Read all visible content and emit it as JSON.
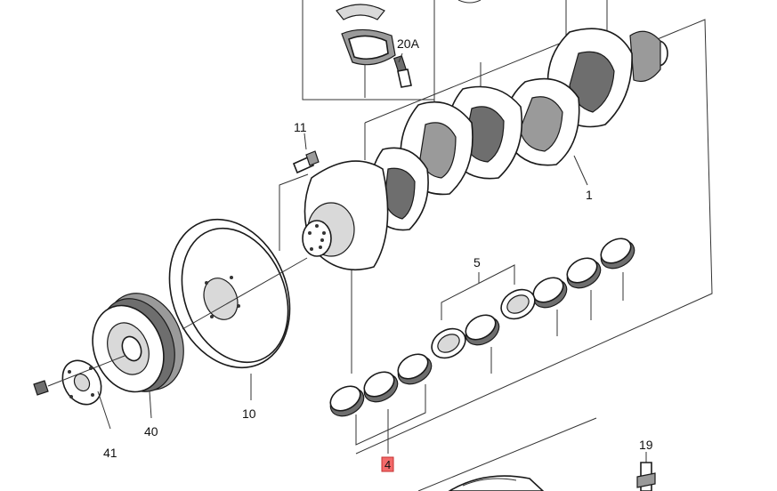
{
  "diagram": {
    "highlight_color": "#f26a6a",
    "labels": {
      "crankshaft": "1",
      "bearing_shells": "4",
      "thrust_bearings": "5",
      "flywheel_damper": "10",
      "bolt_11": "11",
      "bolt_19": "19",
      "bolt_20a": "20A",
      "pulley": "40",
      "washer": "41"
    }
  }
}
